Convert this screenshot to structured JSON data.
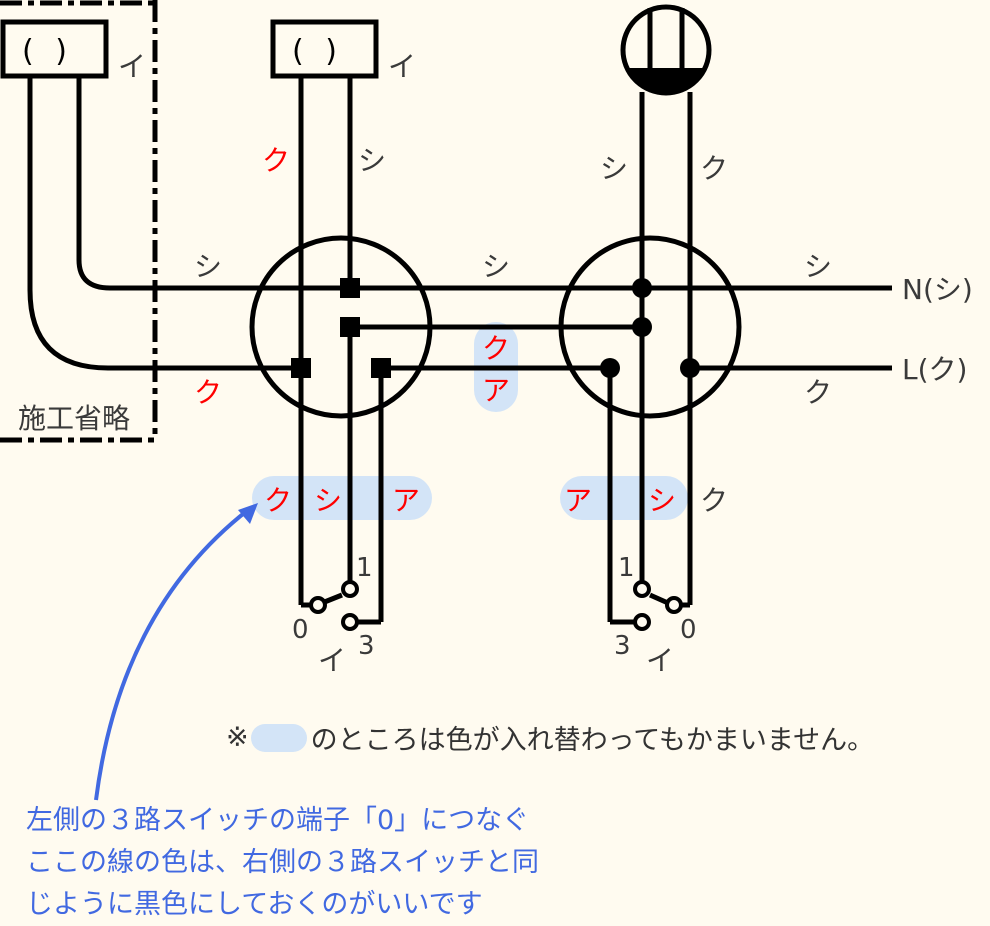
{
  "colors": {
    "background": "#fffbf0",
    "wire": "#000000",
    "label_text": "#3a3a3a",
    "red_label": "#ff0000",
    "highlight": "#d3e4f7",
    "callout_blue": "#4169e1"
  },
  "fixtures": {
    "left_fixture": {
      "symbol": "( )",
      "label": "イ"
    },
    "center_fixture": {
      "symbol": "( )",
      "label": "イ"
    },
    "right_fixture": {
      "symbol": "lamp-receptacle"
    }
  },
  "omitted_area_label": "施工省略",
  "wire_labels": {
    "center_drop_left": "ク",
    "center_drop_right": "シ",
    "right_drop_left": "シ",
    "right_drop_right": "ク",
    "left_top_run": "シ",
    "left_bottom_run": "ク",
    "mid_top_run": "シ",
    "mid_highlight_top": "ク",
    "mid_highlight_bottom": "ア",
    "right_top_run": "シ",
    "right_bottom_run": "ク"
  },
  "supply": {
    "neutral": "N(シ)",
    "line": "L(ク)"
  },
  "left_switch": {
    "wires": [
      "ク",
      "シ",
      "ア"
    ],
    "terminals": {
      "t1": "1",
      "t0": "0",
      "t3": "3"
    },
    "label": "イ"
  },
  "right_switch": {
    "wires": [
      "ア",
      "シ"
    ],
    "extra_wire": "ク",
    "terminals": {
      "t1": "1",
      "t0": "0",
      "t3": "3"
    },
    "label": "イ"
  },
  "note": {
    "prefix": "※",
    "text": "のところは色が入れ替わってもかまいません。"
  },
  "callout": {
    "lines": [
      "左側の３路スイッチの端子「0」につなぐ",
      "ここの線の色は、右側の３路スイッチと同",
      "じように黒色にしておくのがいいです"
    ]
  }
}
